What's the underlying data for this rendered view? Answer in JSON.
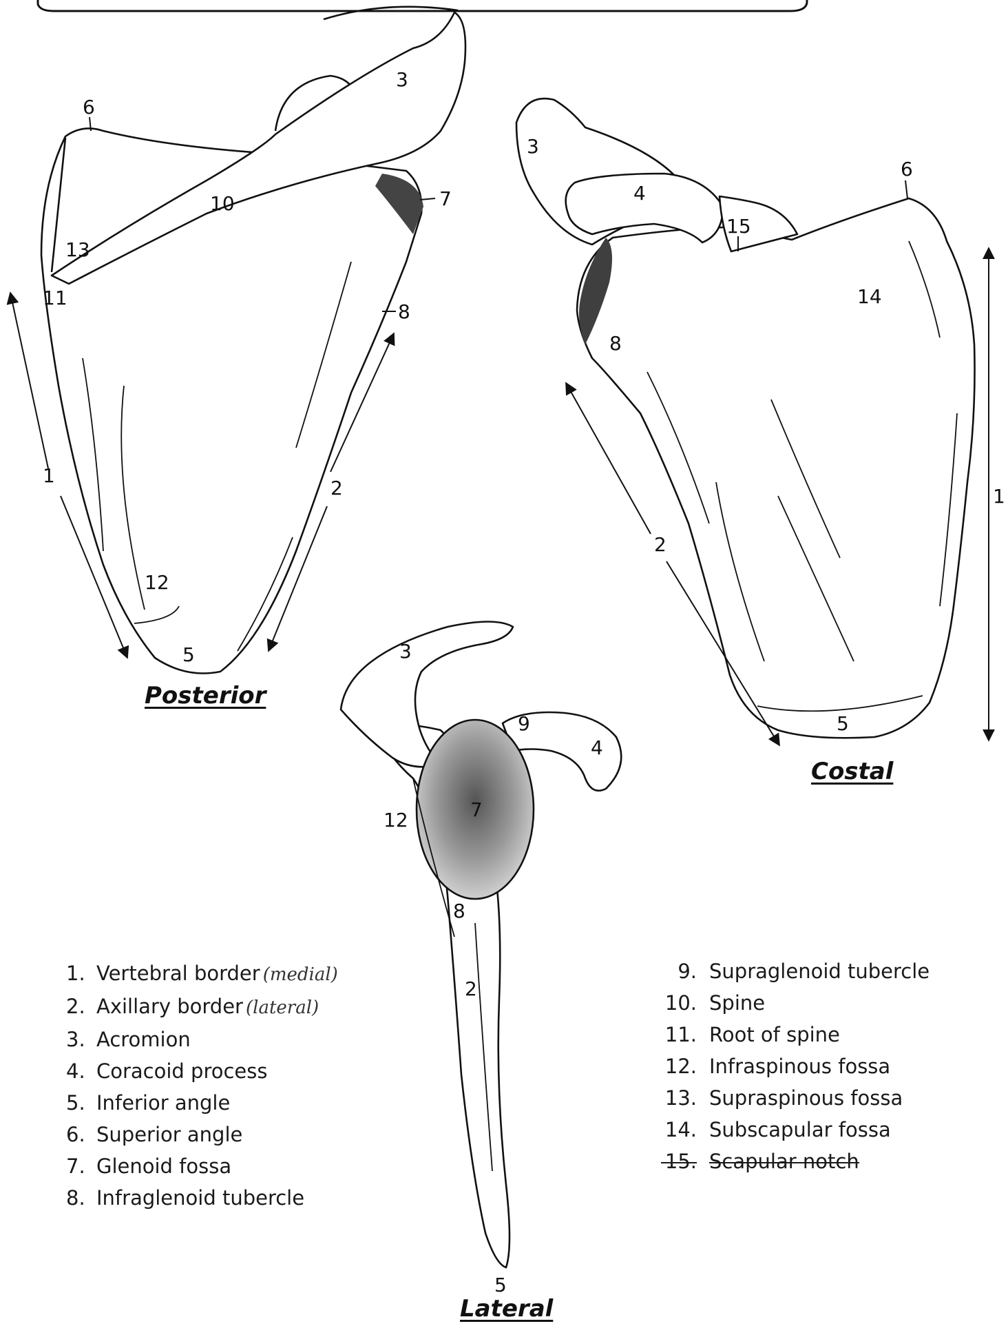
{
  "colors": {
    "ink": "#111111",
    "bone_fill": "#ffffff",
    "glenoid_shading": "#777777",
    "background": "#ffffff"
  },
  "views": {
    "posterior": {
      "label": "Posterior"
    },
    "costal": {
      "label": "Costal"
    },
    "lateral": {
      "label": "Lateral"
    }
  },
  "callouts": {
    "posterior": {
      "n1": "1",
      "n2": "2",
      "n3": "3",
      "n5": "5",
      "n6": "6",
      "n7": "7",
      "n8": "8",
      "n10": "10",
      "n11": "11",
      "n12": "12",
      "n13": "13"
    },
    "costal": {
      "n1": "1",
      "n2": "2",
      "n3": "3",
      "n4": "4",
      "n5": "5",
      "n6": "6",
      "n8": "8",
      "n14": "14",
      "n15": "15"
    },
    "lateral": {
      "n2": "2",
      "n3": "3",
      "n4": "4",
      "n5": "5",
      "n7": "7",
      "n8": "8",
      "n9": "9",
      "n12": "12"
    }
  },
  "legend_left": [
    {
      "num": "1.",
      "text": "Vertebral border",
      "note": "(medial)"
    },
    {
      "num": "2.",
      "text": "Axillary border",
      "note": "(lateral)"
    },
    {
      "num": "3.",
      "text": "Acromion",
      "note": ""
    },
    {
      "num": "4.",
      "text": "Coracoid process",
      "note": ""
    },
    {
      "num": "5.",
      "text": "Inferior angle",
      "note": ""
    },
    {
      "num": "6.",
      "text": "Superior angle",
      "note": ""
    },
    {
      "num": "7.",
      "text": "Glenoid fossa",
      "note": ""
    },
    {
      "num": "8.",
      "text": "Infraglenoid tubercle",
      "note": ""
    }
  ],
  "legend_right": [
    {
      "num": "9.",
      "text": "Supraglenoid tubercle",
      "struck": false
    },
    {
      "num": "10.",
      "text": "Spine",
      "struck": false
    },
    {
      "num": "11.",
      "text": "Root of spine",
      "struck": false
    },
    {
      "num": "12.",
      "text": "Infraspinous fossa",
      "struck": false
    },
    {
      "num": "13.",
      "text": "Supraspinous fossa",
      "struck": false
    },
    {
      "num": "14.",
      "text": "Subscapular fossa",
      "struck": false
    },
    {
      "num": "15.",
      "text": "Scapular notch",
      "struck": true
    }
  ]
}
